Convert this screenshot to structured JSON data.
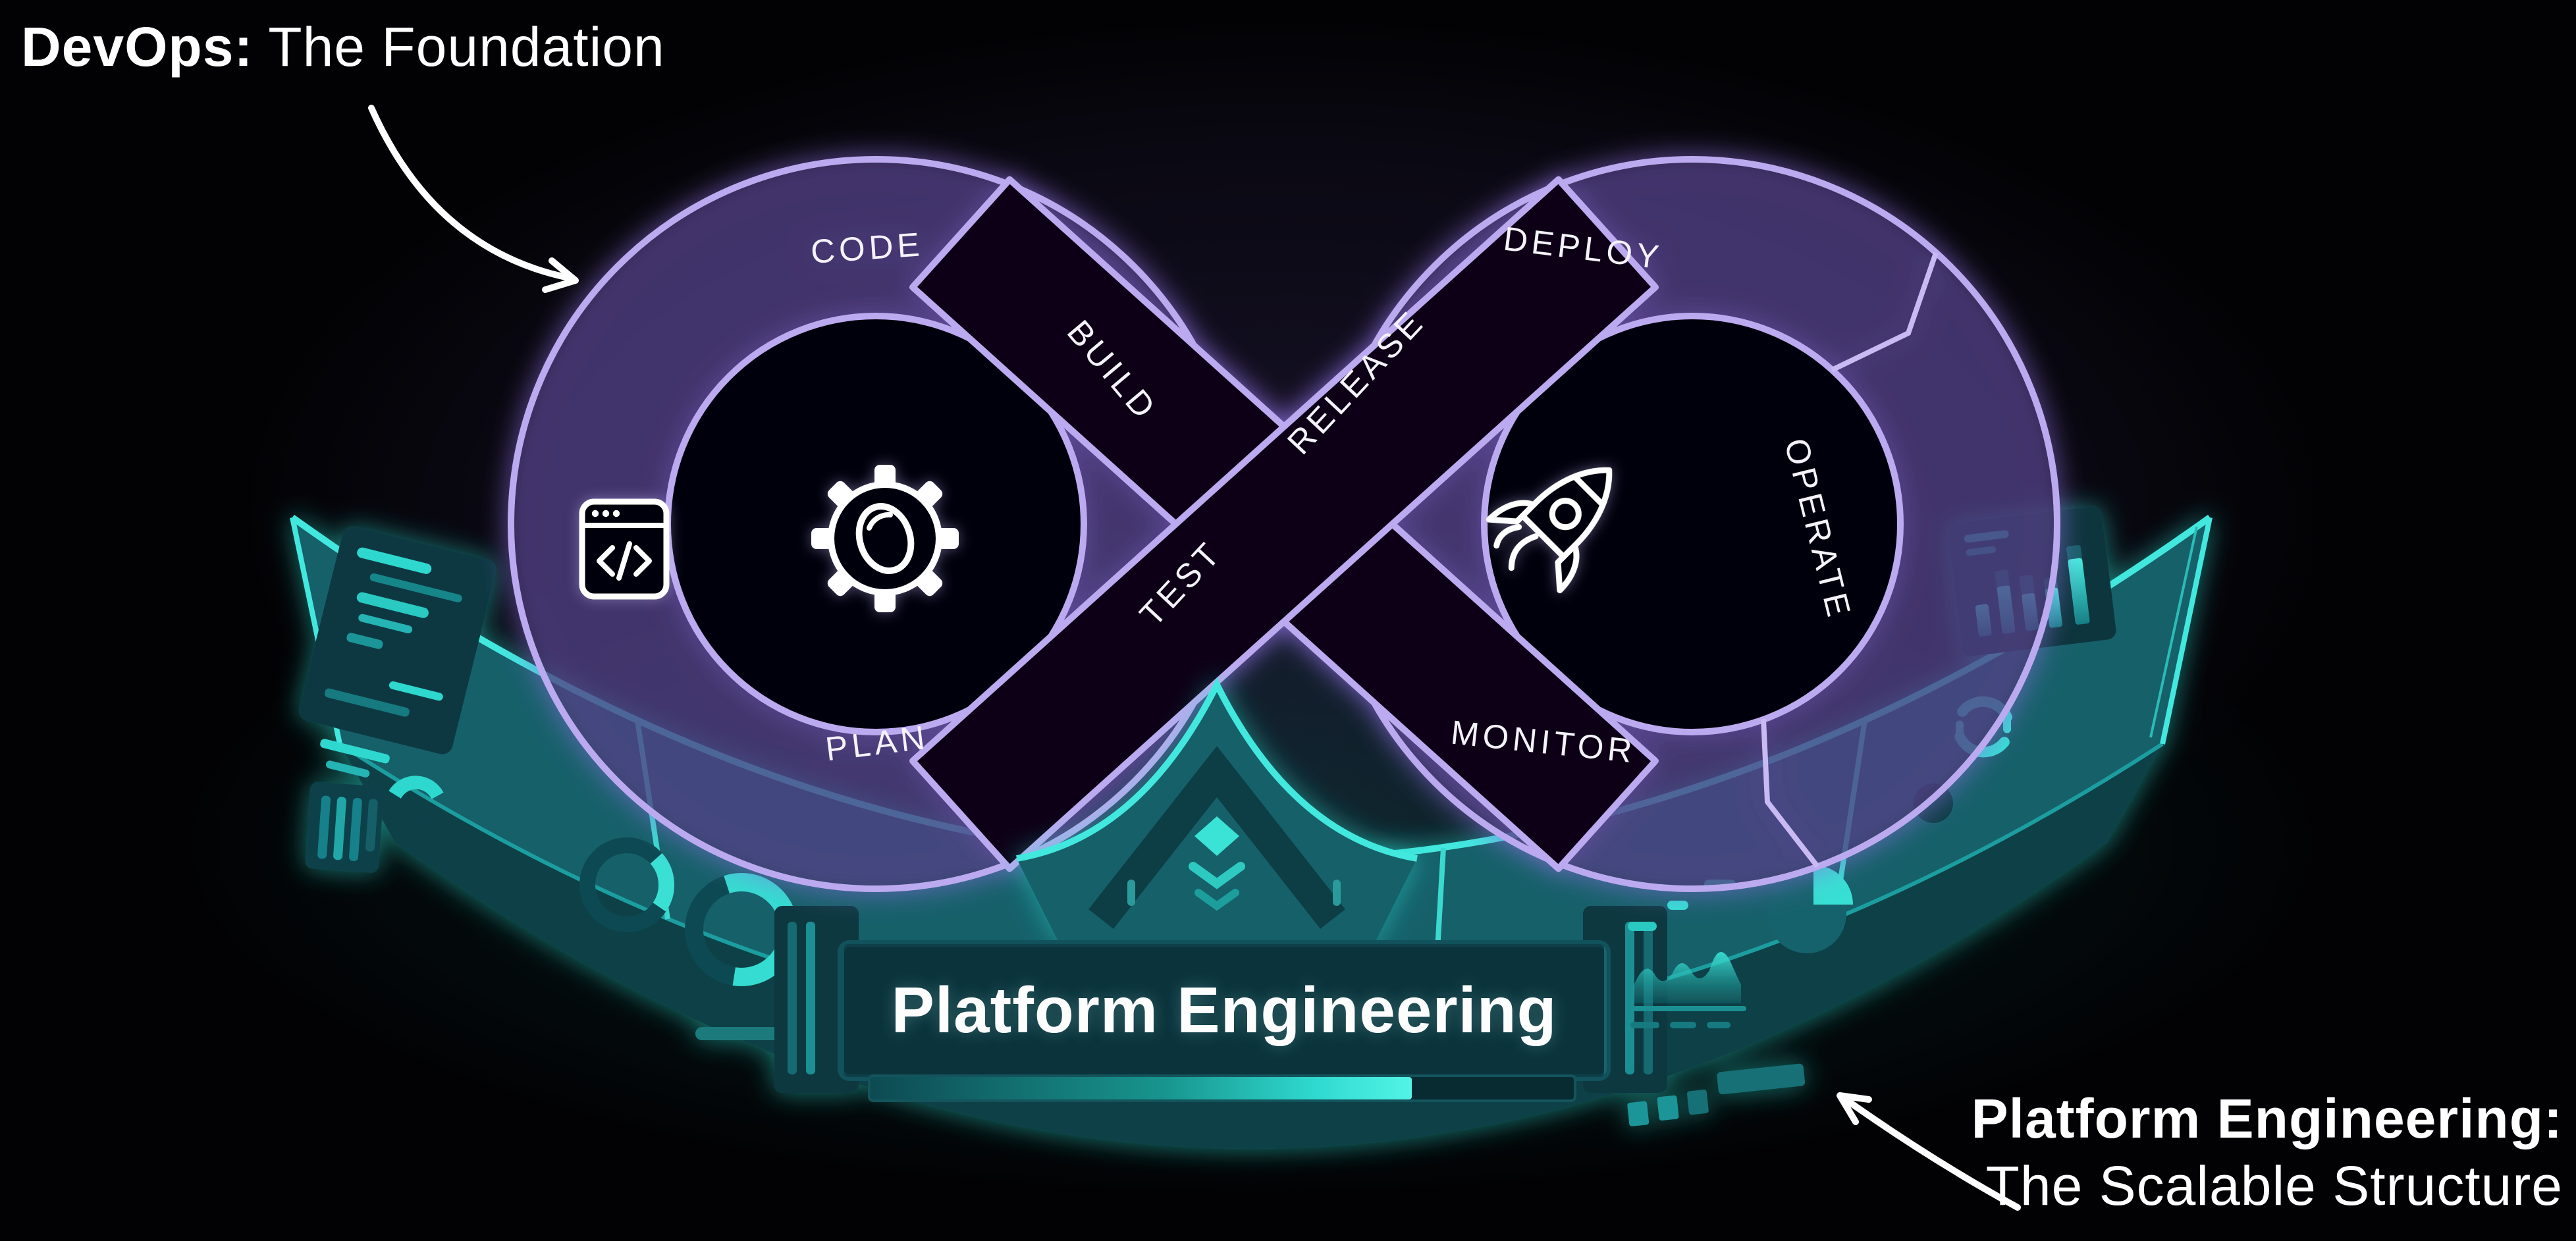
{
  "background_color": "#000000",
  "annotations": {
    "top_left": {
      "bold": "DevOps:",
      "regular": " The Foundation"
    },
    "bottom_right": {
      "bold": "Platform Engineering:",
      "regular": "The Scalable Structure"
    }
  },
  "devops_loop": {
    "shape": "infinity-loop",
    "stroke_color": "#bcaaf0",
    "glow_color": "#8d6fe0",
    "stages": [
      {
        "id": "plan",
        "label": "PLAN"
      },
      {
        "id": "code",
        "label": "CODE"
      },
      {
        "id": "build",
        "label": "BUILD"
      },
      {
        "id": "test",
        "label": "TEST"
      },
      {
        "id": "release",
        "label": "RELEASE"
      },
      {
        "id": "deploy",
        "label": "DEPLOY"
      },
      {
        "id": "operate",
        "label": "OPERATE"
      },
      {
        "id": "monitor",
        "label": "MONITOR"
      }
    ],
    "icons": [
      "code-window-icon",
      "gear-icon",
      "rocket-icon"
    ]
  },
  "platform": {
    "title": "Platform Engineering",
    "progress_percent": 77,
    "accent_color": "#3fe8dc",
    "base_color": "#15616a",
    "glow_color": "#27d6cb",
    "widgets": [
      "terminal-lines-card",
      "gauge-widget",
      "document-list-widget",
      "donut-chart-small",
      "donut-chart-large",
      "layers-icon",
      "area-chart-widget",
      "pie-chart-widget",
      "block-row-widget",
      "bar-chart-card",
      "sync-icon"
    ]
  }
}
